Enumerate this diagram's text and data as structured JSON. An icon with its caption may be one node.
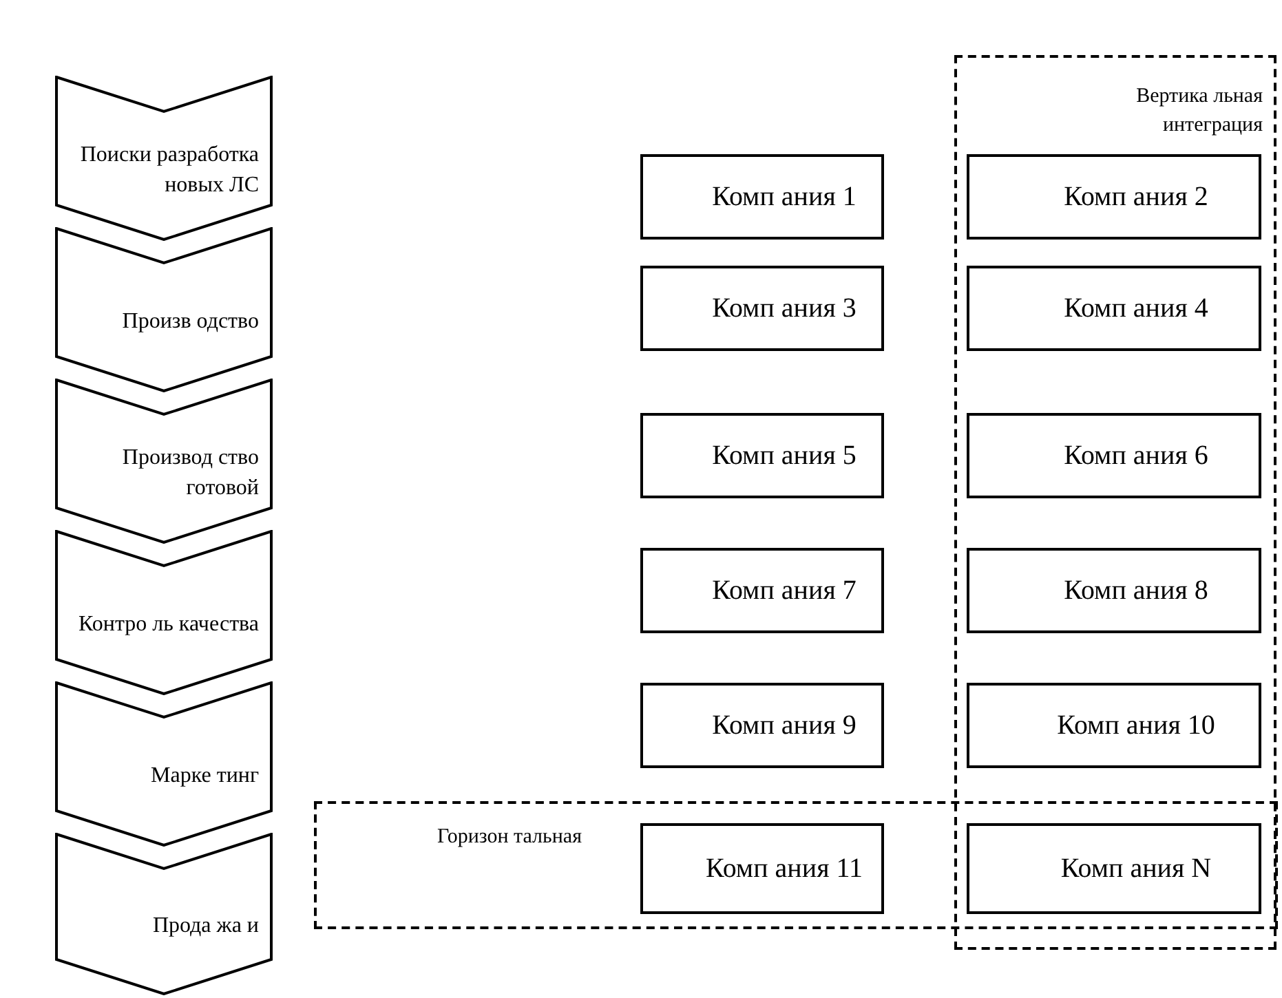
{
  "diagram": {
    "nodes": [
      {
        "text": [
          "Поиски разработка новых ЛС"
        ]
      },
      {
        "text": [
          "Произв одство"
        ]
      },
      {
        "text": [
          "Производ ство готовой"
        ]
      },
      {
        "text": [
          "Контро ль качества"
        ]
      },
      {
        "text": [
          "Марке тинг"
        ]
      },
      {
        "text": [
          "Прода жа и"
        ]
      },
      {
        "text": [
          "Вертика льная интеграция"
        ]
      },
      {
        "text": [
          "Комп ания 1"
        ]
      },
      {
        "text": [
          "Комп ания 2"
        ],
        "in": 6
      },
      {
        "text": [
          "Комп ания 3"
        ]
      },
      {
        "text": [
          "Комп ания 4"
        ],
        "in": 6
      },
      {
        "text": [
          "Комп ания 5"
        ]
      },
      {
        "text": [
          "Комп ания 6"
        ],
        "in": 6
      },
      {
        "text": [
          "Комп ания 7"
        ]
      },
      {
        "text": [
          "Комп ания 8"
        ],
        "in": 6
      },
      {
        "text": [
          "Комп ания 9"
        ]
      },
      {
        "text": [
          "Комп ания 10"
        ],
        "in": 6
      },
      {
        "text": [
          "Горизон тальная"
        ]
      },
      {
        "text": [
          "Комп ания 11"
        ],
        "in": 17
      },
      {
        "text": [
          "Комп ания N"
        ]
      }
    ],
    "edges": []
  }
}
